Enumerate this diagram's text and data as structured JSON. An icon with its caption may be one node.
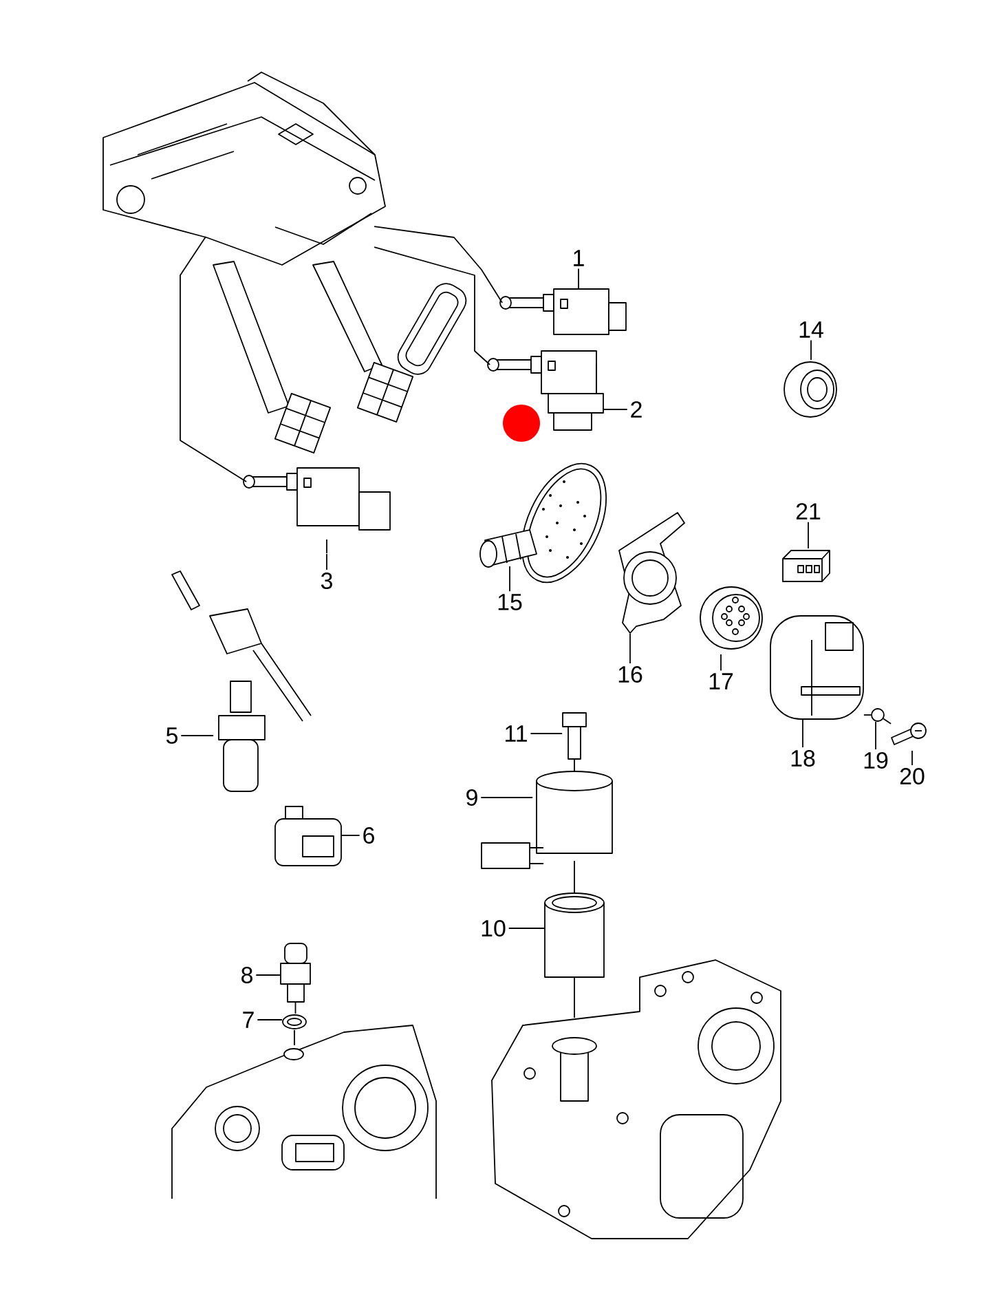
{
  "diagram": {
    "nodes": [
      {
        "text": [],
        "shape": "picture"
      },
      {
        "text": [
          "1"
        ]
      },
      {
        "text": [],
        "shape": "picture"
      },
      {
        "text": [
          "2"
        ]
      },
      {
        "text": [],
        "shape": "picture"
      },
      {
        "text": [],
        "shape": "picture"
      },
      {
        "text": [
          "3"
        ]
      },
      {
        "text": [],
        "shape": "picture"
      },
      {
        "text": [
          "15"
        ]
      },
      {
        "text": [],
        "shape": "picture"
      },
      {
        "text": [
          "16"
        ]
      },
      {
        "text": [],
        "shape": "picture"
      },
      {
        "text": [
          "17"
        ]
      },
      {
        "text": [],
        "shape": "picture"
      },
      {
        "text": [
          "18"
        ]
      },
      {
        "text": [],
        "shape": "circle"
      },
      {
        "text": [
          "19"
        ]
      },
      {
        "text": [],
        "shape": "picture"
      },
      {
        "text": [
          "20"
        ]
      },
      {
        "text": [],
        "shape": "picture"
      },
      {
        "text": [
          "5"
        ]
      },
      {
        "text": [],
        "shape": "box"
      },
      {
        "text": [
          "6"
        ]
      },
      {
        "text": [],
        "shape": "picture"
      },
      {
        "text": [
          "11"
        ]
      },
      {
        "text": [],
        "shape": "picture"
      },
      {
        "text": [
          "9"
        ]
      },
      {
        "text": [],
        "shape": "cylinder"
      },
      {
        "text": [
          "10"
        ]
      },
      {
        "text": [],
        "shape": "picture"
      },
      {
        "text": [
          "8"
        ]
      },
      {
        "text": [],
        "shape": "picture"
      },
      {
        "text": [
          "7"
        ]
      },
      {
        "text": [],
        "shape": "picture"
      },
      {
        "text": [],
        "shape": "picture"
      },
      {
        "text": [
          "14"
        ]
      },
      {
        "text": [],
        "shape": "picture"
      },
      {
        "text": [
          "21"
        ]
      },
      {
        "text": [],
        "shape": "picture"
      }
    ],
    "edges": [
      {
        "from": 0,
        "to": 2,
        "arrow": "none"
      },
      {
        "from": 0,
        "to": 4,
        "arrow": "none"
      },
      {
        "from": 0,
        "to": 5,
        "arrow": "none"
      },
      {
        "from": 1,
        "to": 2,
        "arrow": "none"
      },
      {
        "from": 3,
        "to": 4,
        "arrow": "none"
      },
      {
        "from": 6,
        "to": 5,
        "arrow": "none"
      },
      {
        "from": 8,
        "to": 7,
        "arrow": "none"
      },
      {
        "from": 10,
        "to": 9,
        "arrow": "none"
      },
      {
        "from": 12,
        "to": 11,
        "arrow": "none"
      },
      {
        "from": 14,
        "to": 13,
        "arrow": "none"
      },
      {
        "from": 16,
        "to": 15,
        "arrow": "none"
      },
      {
        "from": 18,
        "to": 17,
        "arrow": "none"
      },
      {
        "from": 20,
        "to": 19,
        "arrow": "none"
      },
      {
        "from": 22,
        "to": 21,
        "arrow": "none"
      },
      {
        "from": 24,
        "to": 23,
        "arrow": "none"
      },
      {
        "from": 26,
        "to": 25,
        "arrow": "none"
      },
      {
        "from": 28,
        "to": 27,
        "arrow": "none"
      },
      {
        "from": 30,
        "to": 29,
        "arrow": "none"
      },
      {
        "from": 32,
        "to": 31,
        "arrow": "none"
      },
      {
        "from": 35,
        "to": 36,
        "arrow": "none"
      },
      {
        "from": 37,
        "to": 38,
        "arrow": "none"
      },
      {
        "from": 17,
        "to": 15,
        "arrow": "none"
      },
      {
        "from": 15,
        "to": 13,
        "arrow": "none"
      },
      {
        "from": 23,
        "to": 25,
        "arrow": "none"
      },
      {
        "from": 25,
        "to": 27,
        "arrow": "none"
      },
      {
        "from": 27,
        "to": 34,
        "arrow": "none"
      },
      {
        "from": 29,
        "to": 31,
        "arrow": "none"
      },
      {
        "from": 31,
        "to": 33,
        "arrow": "none"
      }
    ]
  }
}
